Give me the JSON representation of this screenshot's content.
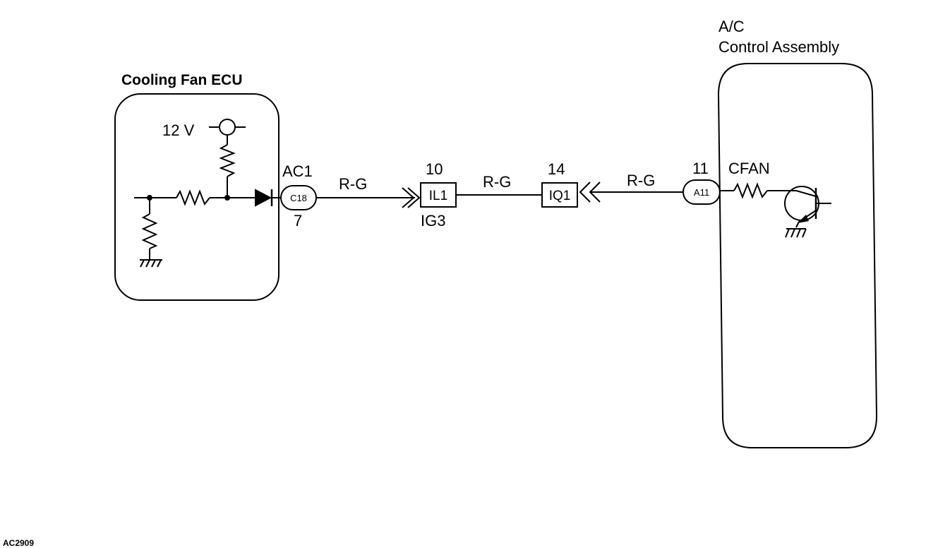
{
  "ecu": {
    "title": "Cooling Fan ECU",
    "supply": "12 V",
    "connector_name": "AC1",
    "connector_id": "C18",
    "pin": "7"
  },
  "wires": {
    "w1": "R-G",
    "w2": "R-G",
    "w3": "R-G"
  },
  "junction1": {
    "label": "IL1",
    "pin": "10",
    "sub": "IG3"
  },
  "junction2": {
    "label": "IQ1",
    "pin": "14"
  },
  "ac": {
    "title_line1": "A/C",
    "title_line2": "Control Assembly",
    "connector_id": "A11",
    "pin": "11",
    "terminal": "CFAN"
  },
  "footer": {
    "code": "AC2909"
  }
}
